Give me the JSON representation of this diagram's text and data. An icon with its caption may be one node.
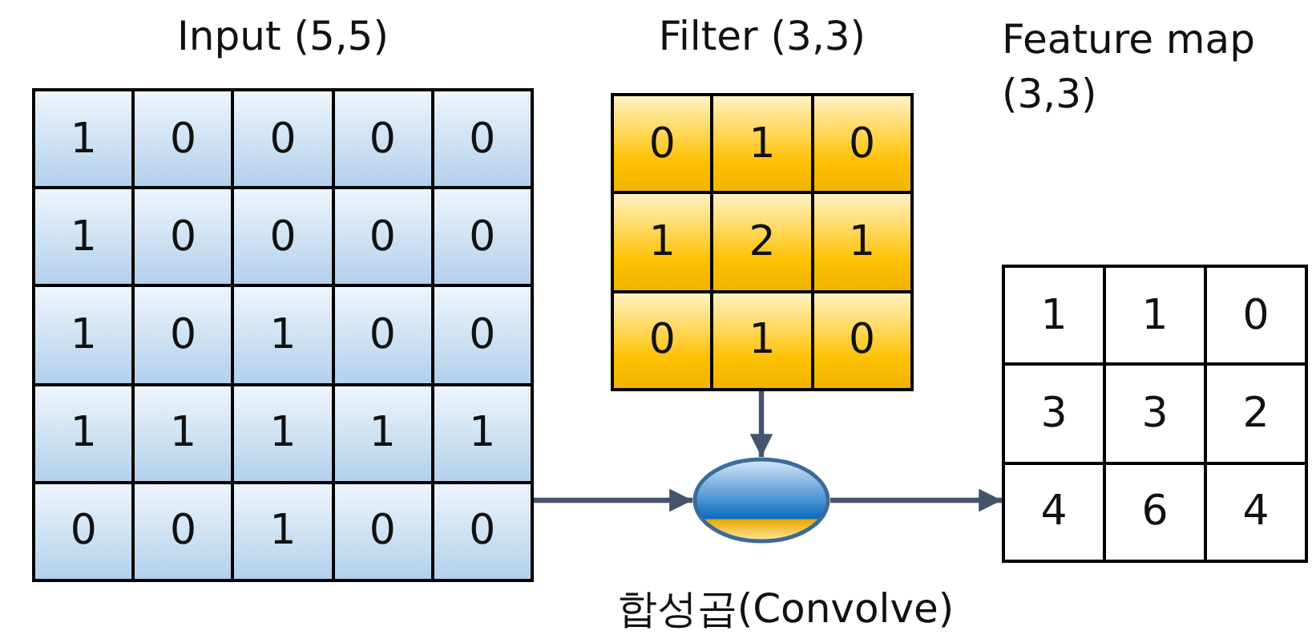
{
  "diagram": {
    "nodes": [
      {
        "text": [
          "Input (5,5)"
        ]
      },
      {
        "text": [
          "1"
        ],
        "in": 0
      },
      {
        "text": [
          "0"
        ],
        "in": 0
      },
      {
        "text": [
          "0"
        ],
        "in": 0
      },
      {
        "text": [
          "0"
        ],
        "in": 0
      },
      {
        "text": [
          "0"
        ],
        "in": 0
      },
      {
        "text": [
          "1"
        ],
        "in": 0
      },
      {
        "text": [
          "0"
        ],
        "in": 0
      },
      {
        "text": [
          "0"
        ],
        "in": 0
      },
      {
        "text": [
          "0"
        ],
        "in": 0
      },
      {
        "text": [
          "0"
        ],
        "in": 0
      },
      {
        "text": [
          "1"
        ],
        "in": 0
      },
      {
        "text": [
          "0"
        ],
        "in": 0
      },
      {
        "text": [
          "1"
        ],
        "in": 0
      },
      {
        "text": [
          "0"
        ],
        "in": 0
      },
      {
        "text": [
          "0"
        ],
        "in": 0
      },
      {
        "text": [
          "1"
        ],
        "in": 0
      },
      {
        "text": [
          "1"
        ],
        "in": 0
      },
      {
        "text": [
          "1"
        ],
        "in": 0
      },
      {
        "text": [
          "1"
        ],
        "in": 0
      },
      {
        "text": [
          "1"
        ],
        "in": 0
      },
      {
        "text": [
          "0"
        ],
        "in": 0
      },
      {
        "text": [
          "0"
        ],
        "in": 0
      },
      {
        "text": [
          "1"
        ],
        "in": 0
      },
      {
        "text": [
          "0"
        ],
        "in": 0
      },
      {
        "text": [
          "0"
        ],
        "in": 0
      },
      {
        "text": [
          "Filter (3,3)"
        ]
      },
      {
        "text": [
          "0"
        ],
        "in": 26
      },
      {
        "text": [
          "1"
        ],
        "in": 26
      },
      {
        "text": [
          "0"
        ],
        "in": 26
      },
      {
        "text": [
          "1"
        ],
        "in": 26
      },
      {
        "text": [
          "2"
        ],
        "in": 26
      },
      {
        "text": [
          "1"
        ],
        "in": 26
      },
      {
        "text": [
          "0"
        ],
        "in": 26
      },
      {
        "text": [
          "1"
        ],
        "in": 26
      },
      {
        "text": [
          "0"
        ],
        "in": 26
      },
      {
        "text": [
          "Feature map (3,3)"
        ]
      },
      {
        "text": [
          "1"
        ],
        "in": 36
      },
      {
        "text": [
          "1"
        ],
        "in": 36
      },
      {
        "text": [
          "0"
        ],
        "in": 36
      },
      {
        "text": [
          "3"
        ],
        "in": 36
      },
      {
        "text": [
          "3"
        ],
        "in": 36
      },
      {
        "text": [
          "2"
        ],
        "in": 36
      },
      {
        "text": [
          "4"
        ],
        "in": 36
      },
      {
        "text": [
          "6"
        ],
        "in": 36
      },
      {
        "text": [
          "4"
        ],
        "in": 36
      },
      {
        "text": [],
        "shape": "ellipse",
        "beside": [
          "합성곱(Convolve)"
        ]
      }
    ],
    "edges": [
      {
        "from": 0,
        "to": 46,
        "arrow": "to"
      },
      {
        "from": 26,
        "to": 46,
        "arrow": "to"
      },
      {
        "from": 46,
        "to": 36,
        "arrow": "to"
      }
    ]
  }
}
